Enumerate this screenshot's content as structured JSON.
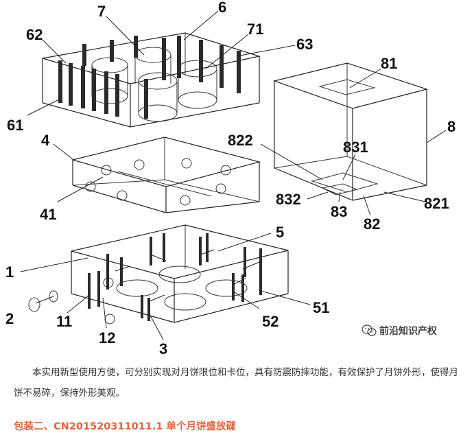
{
  "figure": {
    "labels": {
      "l7": "7",
      "l6": "6",
      "l62": "62",
      "l71": "71",
      "l63": "63",
      "l61": "61",
      "l4": "4",
      "l41": "41",
      "l81": "81",
      "l8": "8",
      "l822": "822",
      "l831": "831",
      "l832": "832",
      "l83": "83",
      "l82": "82",
      "l821": "821",
      "l5": "5",
      "l1": "1",
      "l51": "51",
      "l2": "2",
      "l11": "11",
      "l12": "12",
      "l52": "52",
      "l3": "3"
    }
  },
  "watermark": {
    "text": "前沿知识产权",
    "icon": "wechat-icon"
  },
  "caption": "本实用新型使用方便，可分别实现对月饼限位和卡位，具有防震防摔功能，有效保护了月饼外形，使得月饼不易碎，保持外形美观。",
  "section_heading": "包装二、CN201520311011.1 单个月饼盛放碟",
  "colors": {
    "heading": "#e0633f",
    "text": "#333333"
  }
}
